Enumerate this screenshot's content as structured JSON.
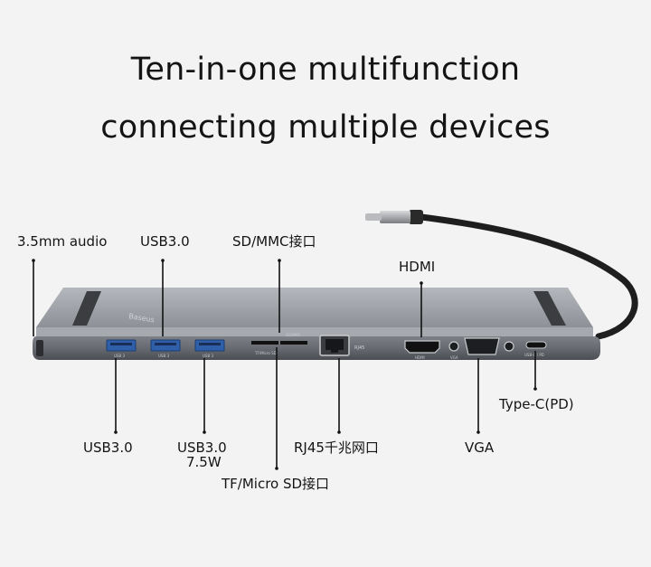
{
  "headline": {
    "line1": "Ten-in-one multifunction",
    "line2": "connecting multiple devices"
  },
  "callouts": {
    "audio": "3.5mm audio",
    "usb_top": "USB3.0",
    "sd_mmc": "SD/MMC接口",
    "hdmi": "HDMI",
    "usb_left": "USB3.0",
    "usb_mid_line1": "USB3.0",
    "usb_mid_line2": "7.5W",
    "tf": "TF/Micro SD接口",
    "rj45": "RJ45千兆网口",
    "vga": "VGA",
    "typec": "Type-C(PD)"
  },
  "device": {
    "brand": "Baseus",
    "port_labels": {
      "usb": "USB 3",
      "sd": "SD/MMC",
      "tf": "TF/Micro SD",
      "rj45": "RJ45",
      "hdmi": "HDMI",
      "vga": "VGA",
      "usbc": "USB-C / PD"
    }
  },
  "colors": {
    "background": "#f3f3f3",
    "body_top": "#9a9ea4",
    "body_front": "#6f7379",
    "port_blue": "#2f5fa8",
    "text": "#141414",
    "cable": "#222222"
  }
}
